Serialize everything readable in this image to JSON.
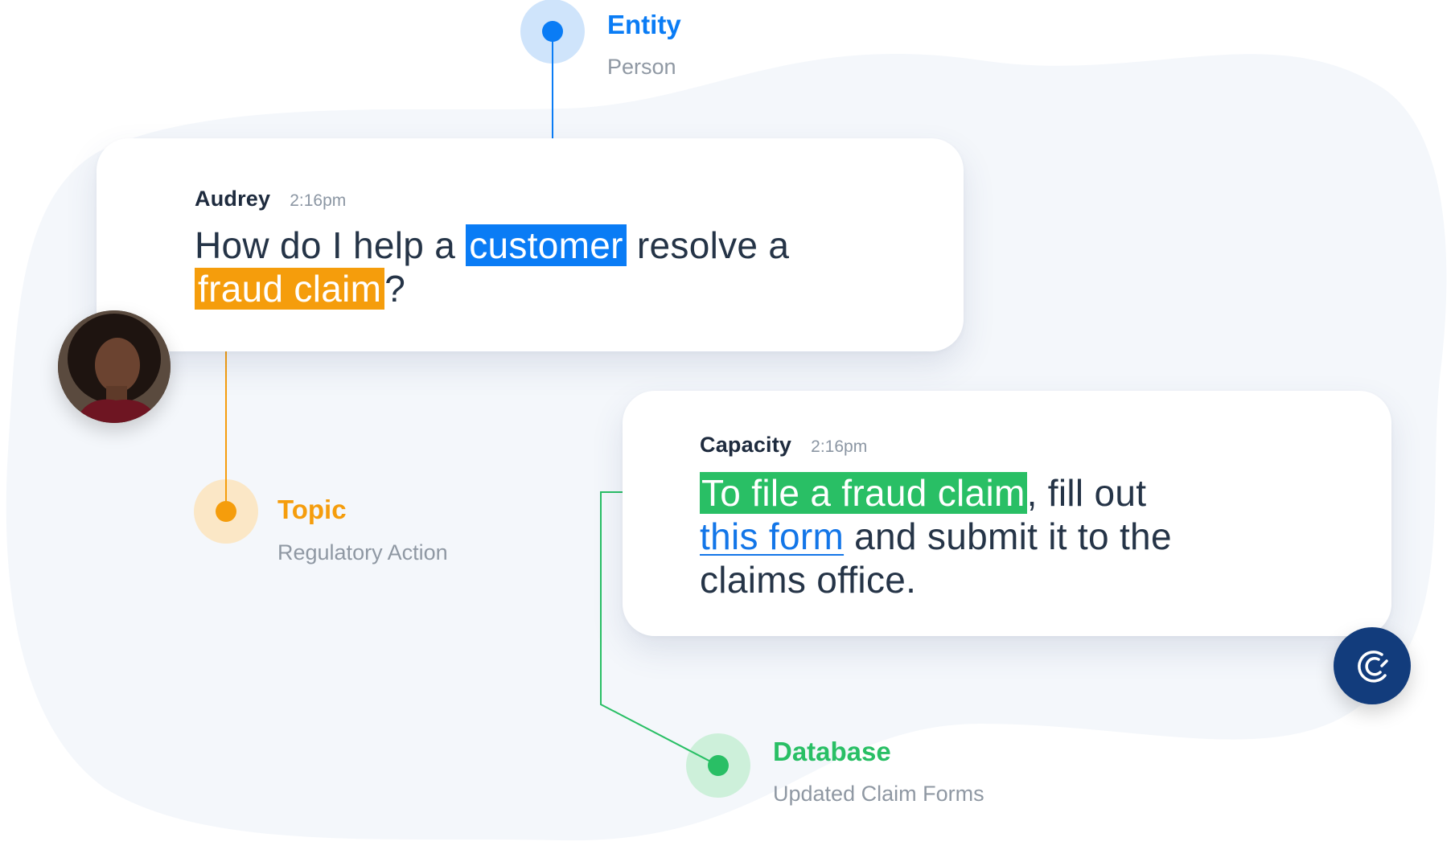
{
  "user_message": {
    "sender": "Audrey",
    "time": "2:16pm",
    "text_part1": "How do I help a ",
    "highlight_entity": "customer",
    "text_part2": " resolve a",
    "highlight_topic": "fraud claim",
    "text_end": "?"
  },
  "bot_message": {
    "sender": "Capacity",
    "time": "2:16pm",
    "highlight_database": "To file a fraud claim",
    "text_part1": ", fill out",
    "link_text": "this form",
    "text_part2": " and submit it to the",
    "text_part3": "claims office."
  },
  "annotations": {
    "entity": {
      "title": "Entity",
      "subtitle": "Person",
      "color": "#0a7cf5"
    },
    "topic": {
      "title": "Topic",
      "subtitle": "Regulatory Action",
      "color": "#f59d0c"
    },
    "database": {
      "title": "Database",
      "subtitle": "Updated Claim Forms",
      "color": "#29bf65"
    }
  },
  "icons": {
    "user_avatar": "person-photo-avatar",
    "bot_avatar": "capacity-logo-icon"
  },
  "colors": {
    "background_blob": "#f4f7fb",
    "text_dark": "#253447",
    "bot_avatar_bg": "#123c7c"
  }
}
